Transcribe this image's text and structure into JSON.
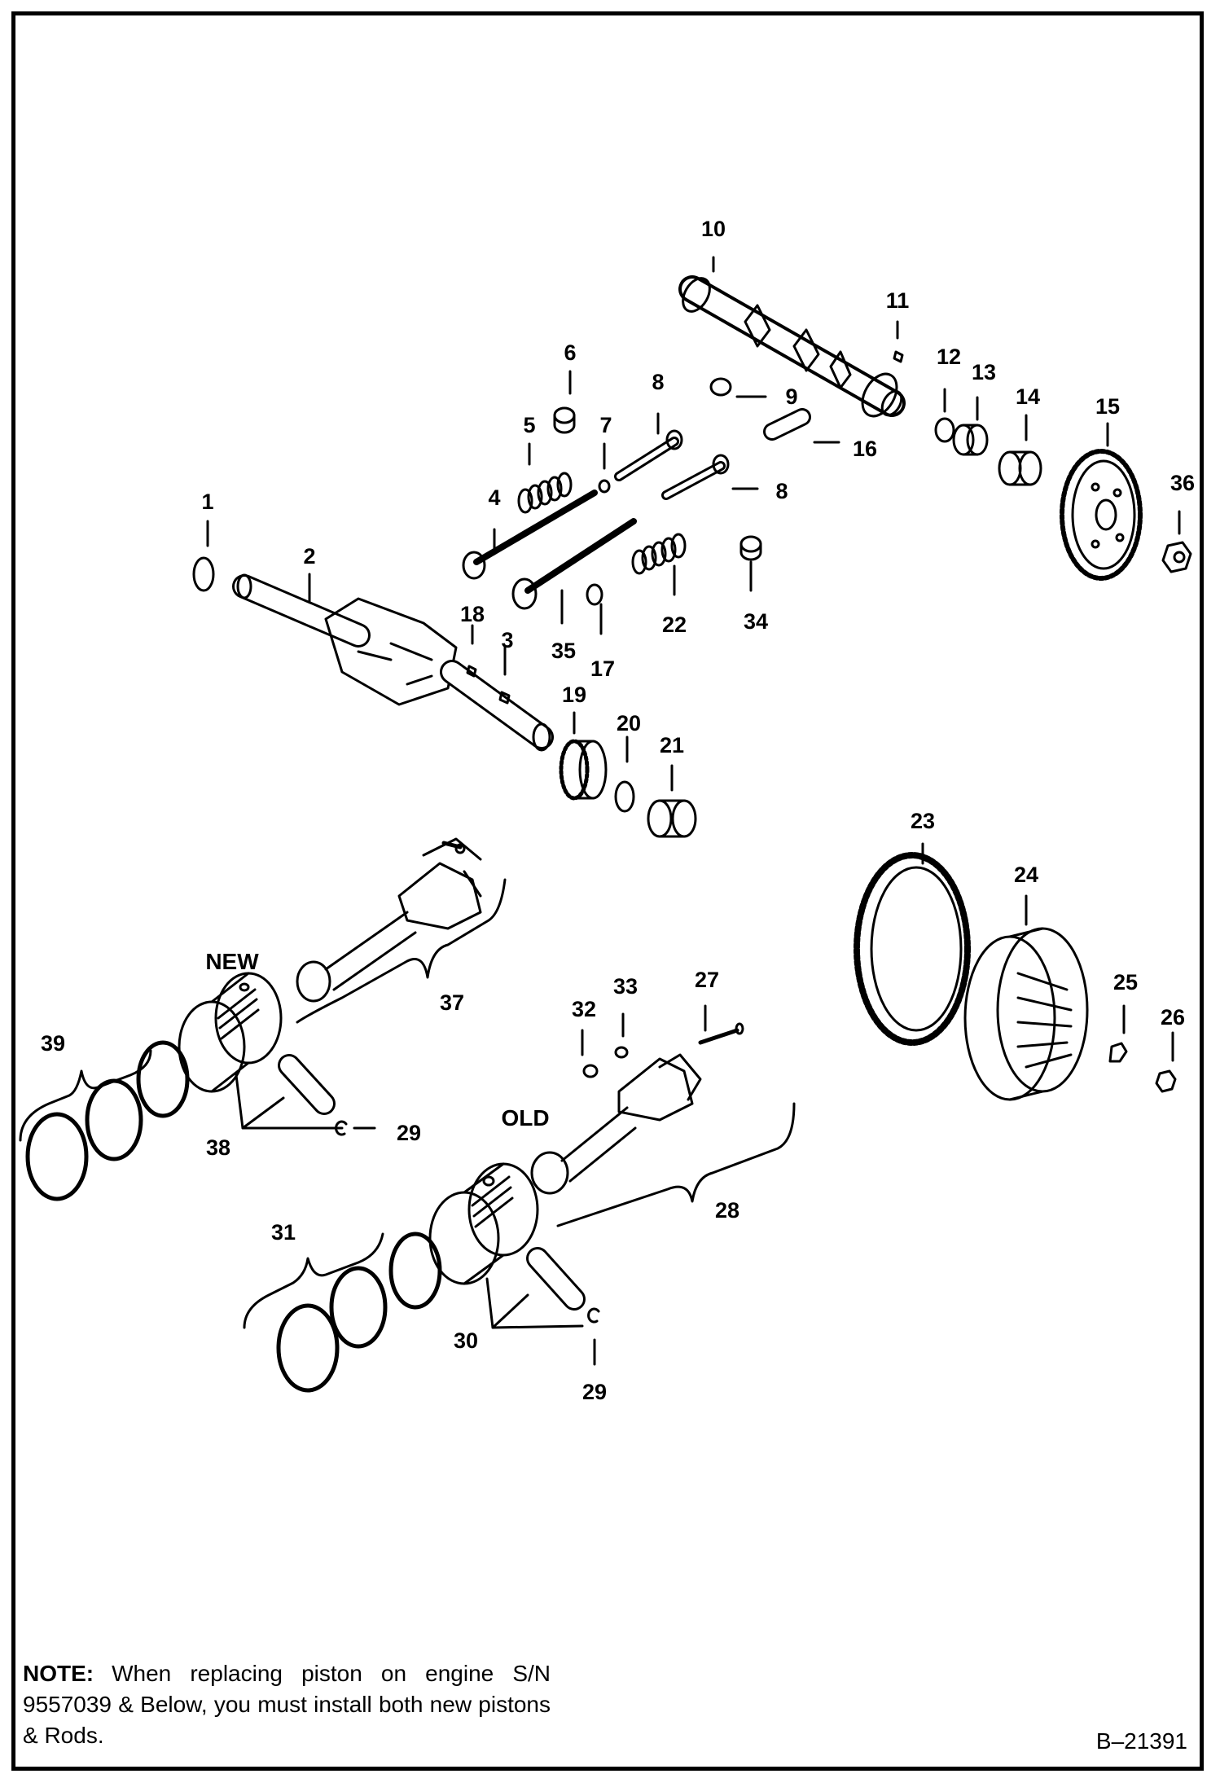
{
  "diagram_labels": {
    "1": "1",
    "2": "2",
    "3": "3",
    "4": "4",
    "5": "5",
    "6": "6",
    "7": "7",
    "8": "8",
    "9": "9",
    "10": "10",
    "11": "11",
    "12": "12",
    "13": "13",
    "14": "14",
    "15": "15",
    "16": "16",
    "17": "17",
    "18": "18",
    "19": "19",
    "20": "20",
    "21": "21",
    "22": "22",
    "23": "23",
    "24": "24",
    "25": "25",
    "26": "26",
    "27": "27",
    "28": "28",
    "29": "29",
    "30": "30",
    "31": "31",
    "32": "32",
    "33": "33",
    "34": "34",
    "35": "35",
    "36": "36",
    "37": "37",
    "38": "38",
    "39": "39"
  },
  "group_labels": {
    "new": "NEW",
    "old": "OLD"
  },
  "note": {
    "label": "NOTE:",
    "text": "When replacing piston on engine S/N 9557039 & Below, you must install both new pistons & Rods."
  },
  "figure_code": "B–21391",
  "colors": {
    "ink": "#000000",
    "paper": "#ffffff"
  }
}
